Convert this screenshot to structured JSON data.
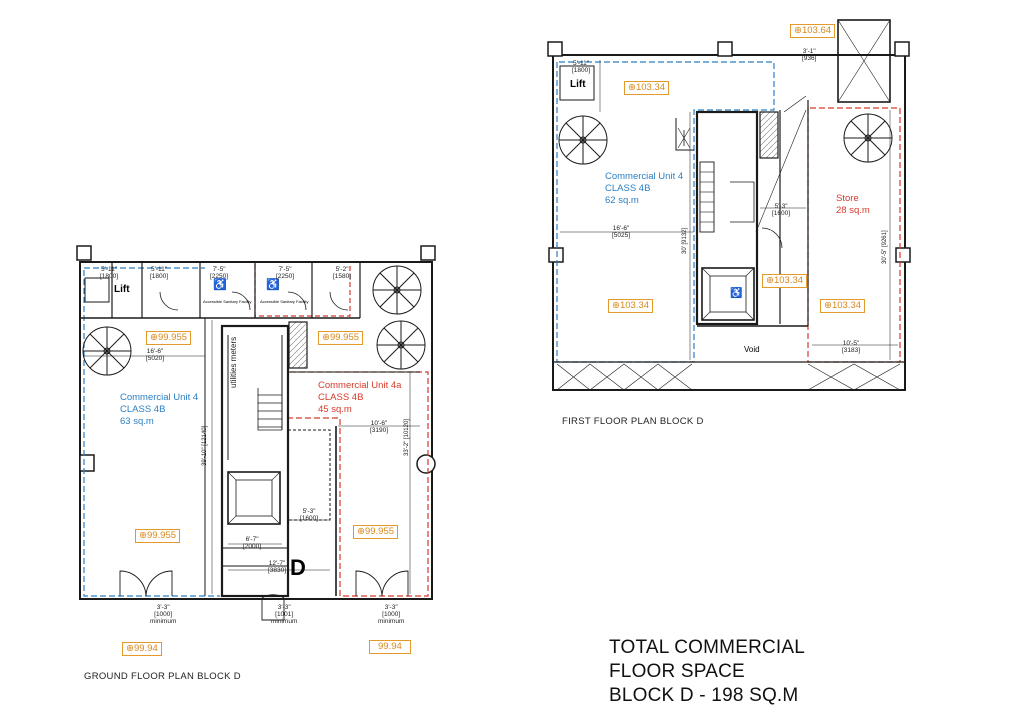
{
  "ground_floor": {
    "caption": "GROUND FLOOR PLAN BLOCK D",
    "unit4": {
      "name": "Commercial Unit 4",
      "class": "CLASS 4B",
      "area": "63 sq.m"
    },
    "unit4a": {
      "name": "Commercial Unit 4a",
      "class": "CLASS 4B",
      "area": "45 sq.m"
    },
    "lift_label": "Lift",
    "utilities_label": "utilities meters",
    "core_letter": "D",
    "accessible_label": "Accessible Sanitary Facility",
    "levels": {
      "unit4_top": "99.955",
      "unit4a_top": "99.955",
      "unit4_bottom": "99.955",
      "unit4a_bottom": "99.955",
      "ext_left": "99.94",
      "ext_right": "99.94"
    },
    "dims": {
      "d1": "5'-11\"",
      "d1m": "[1800]",
      "d2": "5'-11\"",
      "d2m": "[1800]",
      "d3": "7'-5\"",
      "d3m": "[2250]",
      "d4": "7'-5\"",
      "d4m": "[2250]",
      "d5": "5'-2\"",
      "d5m": "[1580]",
      "d6": "16'-6\"",
      "d6m": "[5020]",
      "d7": "10'-6\"",
      "d7m": "[3190]",
      "d8": "5'-3\"",
      "d8m": "[1600]",
      "d9": "6'-7\"",
      "d9m": "[2000]",
      "d10": "12'-7\"",
      "d10m": "[3830]",
      "d11": "3'-3\"",
      "d11m": "[1000]",
      "d12": "3'-3\"",
      "d12m": "[1001]",
      "d13": "3'-3\"",
      "d13m": "[1000]",
      "minimum": "minimum",
      "v1": "39'-10\" [12140]",
      "v2": "33'-2\" [10120]"
    }
  },
  "first_floor": {
    "caption": "FIRST FLOOR PLAN BLOCK D",
    "unit4": {
      "name": "Commercial Unit 4",
      "class": "CLASS 4B",
      "area": "62 sq.m"
    },
    "store": {
      "name": "Store",
      "area": "28 sq.m"
    },
    "lift_label": "Lift",
    "void_label": "Void",
    "levels": {
      "roof": "103.64",
      "unit_top": "103.34",
      "unit_bottom": "103.34",
      "core": "103.34",
      "store": "103.34"
    },
    "dims": {
      "d1": "5'-11\"",
      "d1m": "[1800]",
      "d2": "3'-1\"",
      "d2m": "[936]",
      "d3": "16'-6\"",
      "d3m": "[5025]",
      "d4": "5'-3\"",
      "d4m": "[1600]",
      "d5": "10'-5\"",
      "d5m": "[3183]",
      "v1": "30' [9132]",
      "v2": "30'-5\" [9261]"
    }
  },
  "total": {
    "line1": "TOTAL COMMERCIAL",
    "line2": "FLOOR SPACE",
    "line3": "BLOCK D - 198 SQ.M"
  },
  "colors": {
    "unit4": "#2a7fc4",
    "unit4a": "#d43a2a",
    "level_tag": "#e39a2b",
    "wall": "#1a1a1a"
  }
}
